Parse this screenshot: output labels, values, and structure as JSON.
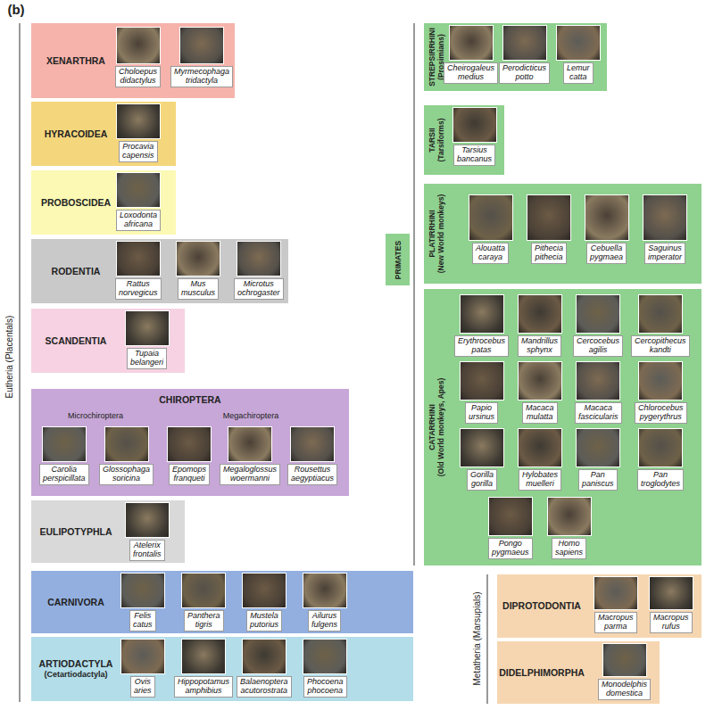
{
  "diagram": {
    "nodes": [
      {
        "text": [
          "XENARTHRA"
        ]
      },
      {
        "text": [
          "Choloepus didactylus"
        ],
        "in": 0
      },
      {
        "text": [
          "Myrmecophaga tridactyla"
        ],
        "in": 0
      },
      {
        "text": [
          "HYRACOIDEA"
        ]
      },
      {
        "text": [
          "Procavia capensis"
        ],
        "in": 3
      },
      {
        "text": [
          "PROBOSCIDEA"
        ]
      },
      {
        "text": [
          "Loxodonta africana"
        ],
        "in": 5
      },
      {
        "text": [
          "RODENTIA"
        ]
      },
      {
        "text": [
          "Rattus norvegicus"
        ],
        "in": 7
      },
      {
        "text": [
          "Mus musculus"
        ],
        "in": 7
      },
      {
        "text": [
          "Microtus ochrogaster"
        ],
        "in": 7
      },
      {
        "text": [
          "SCANDENTIA"
        ]
      },
      {
        "text": [
          "Tupaia belangeri"
        ],
        "in": 11
      },
      {
        "text": [
          "CHIROPTERA",
          "Microchiroptera",
          "Megachiroptera"
        ]
      },
      {
        "text": [
          "Carolia perspicillata"
        ],
        "in": 13
      },
      {
        "text": [
          "Glossophaga soricina"
        ],
        "in": 13
      },
      {
        "text": [
          "Epomops franqueti"
        ],
        "in": 13
      },
      {
        "text": [
          "Megaloglossus woermanni"
        ],
        "in": 13
      },
      {
        "text": [
          "Rousettus aegyptiacus"
        ],
        "in": 13
      },
      {
        "text": [
          "EULIPOTYPHLA"
        ]
      },
      {
        "text": [
          "Atelerix frontalis"
        ],
        "in": 19
      },
      {
        "text": [
          "CARNIVORA"
        ]
      },
      {
        "text": [
          "Felis catus"
        ],
        "in": 21
      },
      {
        "text": [
          "Panthera tigris"
        ],
        "in": 21
      },
      {
        "text": [
          "Mustela putorius"
        ],
        "in": 21
      },
      {
        "text": [
          "Ailurus fulgens"
        ],
        "in": 21
      },
      {
        "text": [
          "ARTIODACTYLA",
          "(Cetartiodactyla)"
        ]
      },
      {
        "text": [
          "Ovis aries"
        ],
        "in": 26
      },
      {
        "text": [
          "Hippopotamus amphibius"
        ],
        "in": 26
      },
      {
        "text": [
          "Balaenoptera acutorostrata"
        ],
        "in": 26
      },
      {
        "text": [
          "Phocoena phocoena"
        ],
        "in": 26
      },
      {
        "text": [
          "PRIMATES"
        ]
      },
      {
        "text": [
          "STREPSIRRHINI",
          "(Prosimians)"
        ]
      },
      {
        "text": [
          "Cheirogaleus medius"
        ],
        "in": 32
      },
      {
        "text": [
          "Perodicticus potto"
        ],
        "in": 32
      },
      {
        "text": [
          "Lemur catta"
        ],
        "in": 32
      },
      {
        "text": [
          "TARSII",
          "(Tarsiforms)"
        ]
      },
      {
        "text": [
          "Tarsius bancanus"
        ],
        "in": 36
      },
      {
        "text": [
          "PLATIRRHINI",
          "(New World monkeys)"
        ]
      },
      {
        "text": [
          "Alouatta caraya"
        ],
        "in": 38
      },
      {
        "text": [
          "Pithecia pithecia"
        ],
        "in": 38
      },
      {
        "text": [
          "Cebuella pygmaea"
        ],
        "in": 38
      },
      {
        "text": [
          "Saguinus imperator"
        ],
        "in": 38
      },
      {
        "text": [
          "CATARRHINI",
          "(Old World monkeys, Apes)"
        ]
      },
      {
        "text": [
          "Erythrocebus patas"
        ],
        "in": 43
      },
      {
        "text": [
          "Mandrillus sphynx"
        ],
        "in": 43
      },
      {
        "text": [
          "Cercocebus agilis"
        ],
        "in": 43
      },
      {
        "text": [
          "Cercopithecus kandti"
        ],
        "in": 43
      },
      {
        "text": [
          "Papio ursinus"
        ],
        "in": 43
      },
      {
        "text": [
          "Macaca mulatta"
        ],
        "in": 43
      },
      {
        "text": [
          "Macaca fascicularis"
        ],
        "in": 43
      },
      {
        "text": [
          "Chlorocebus pygerythrus"
        ],
        "in": 43
      },
      {
        "text": [
          "Gorilla gorilla"
        ],
        "in": 43
      },
      {
        "text": [
          "Hylobates muelleri"
        ],
        "in": 43
      },
      {
        "text": [
          "Pan paniscus"
        ],
        "in": 43
      },
      {
        "text": [
          "Pan troglodytes"
        ],
        "in": 43
      },
      {
        "text": [
          "Pongo pygmaeus"
        ],
        "in": 43
      },
      {
        "text": [
          "Homo sapiens"
        ],
        "in": 43
      },
      {
        "text": [
          "DIPROTODONTIA"
        ]
      },
      {
        "text": [
          "Macropus parma"
        ],
        "in": 58
      },
      {
        "text": [
          "Macropus rufus"
        ],
        "in": 58
      },
      {
        "text": [
          "DIDELPHIMORPHA"
        ]
      },
      {
        "text": [
          "Monodelphis domestica"
        ],
        "in": 61
      }
    ],
    "labels": [
      "(b)",
      "Eutheria (Placentals)",
      "Metatheria (Marsupials)"
    ]
  }
}
